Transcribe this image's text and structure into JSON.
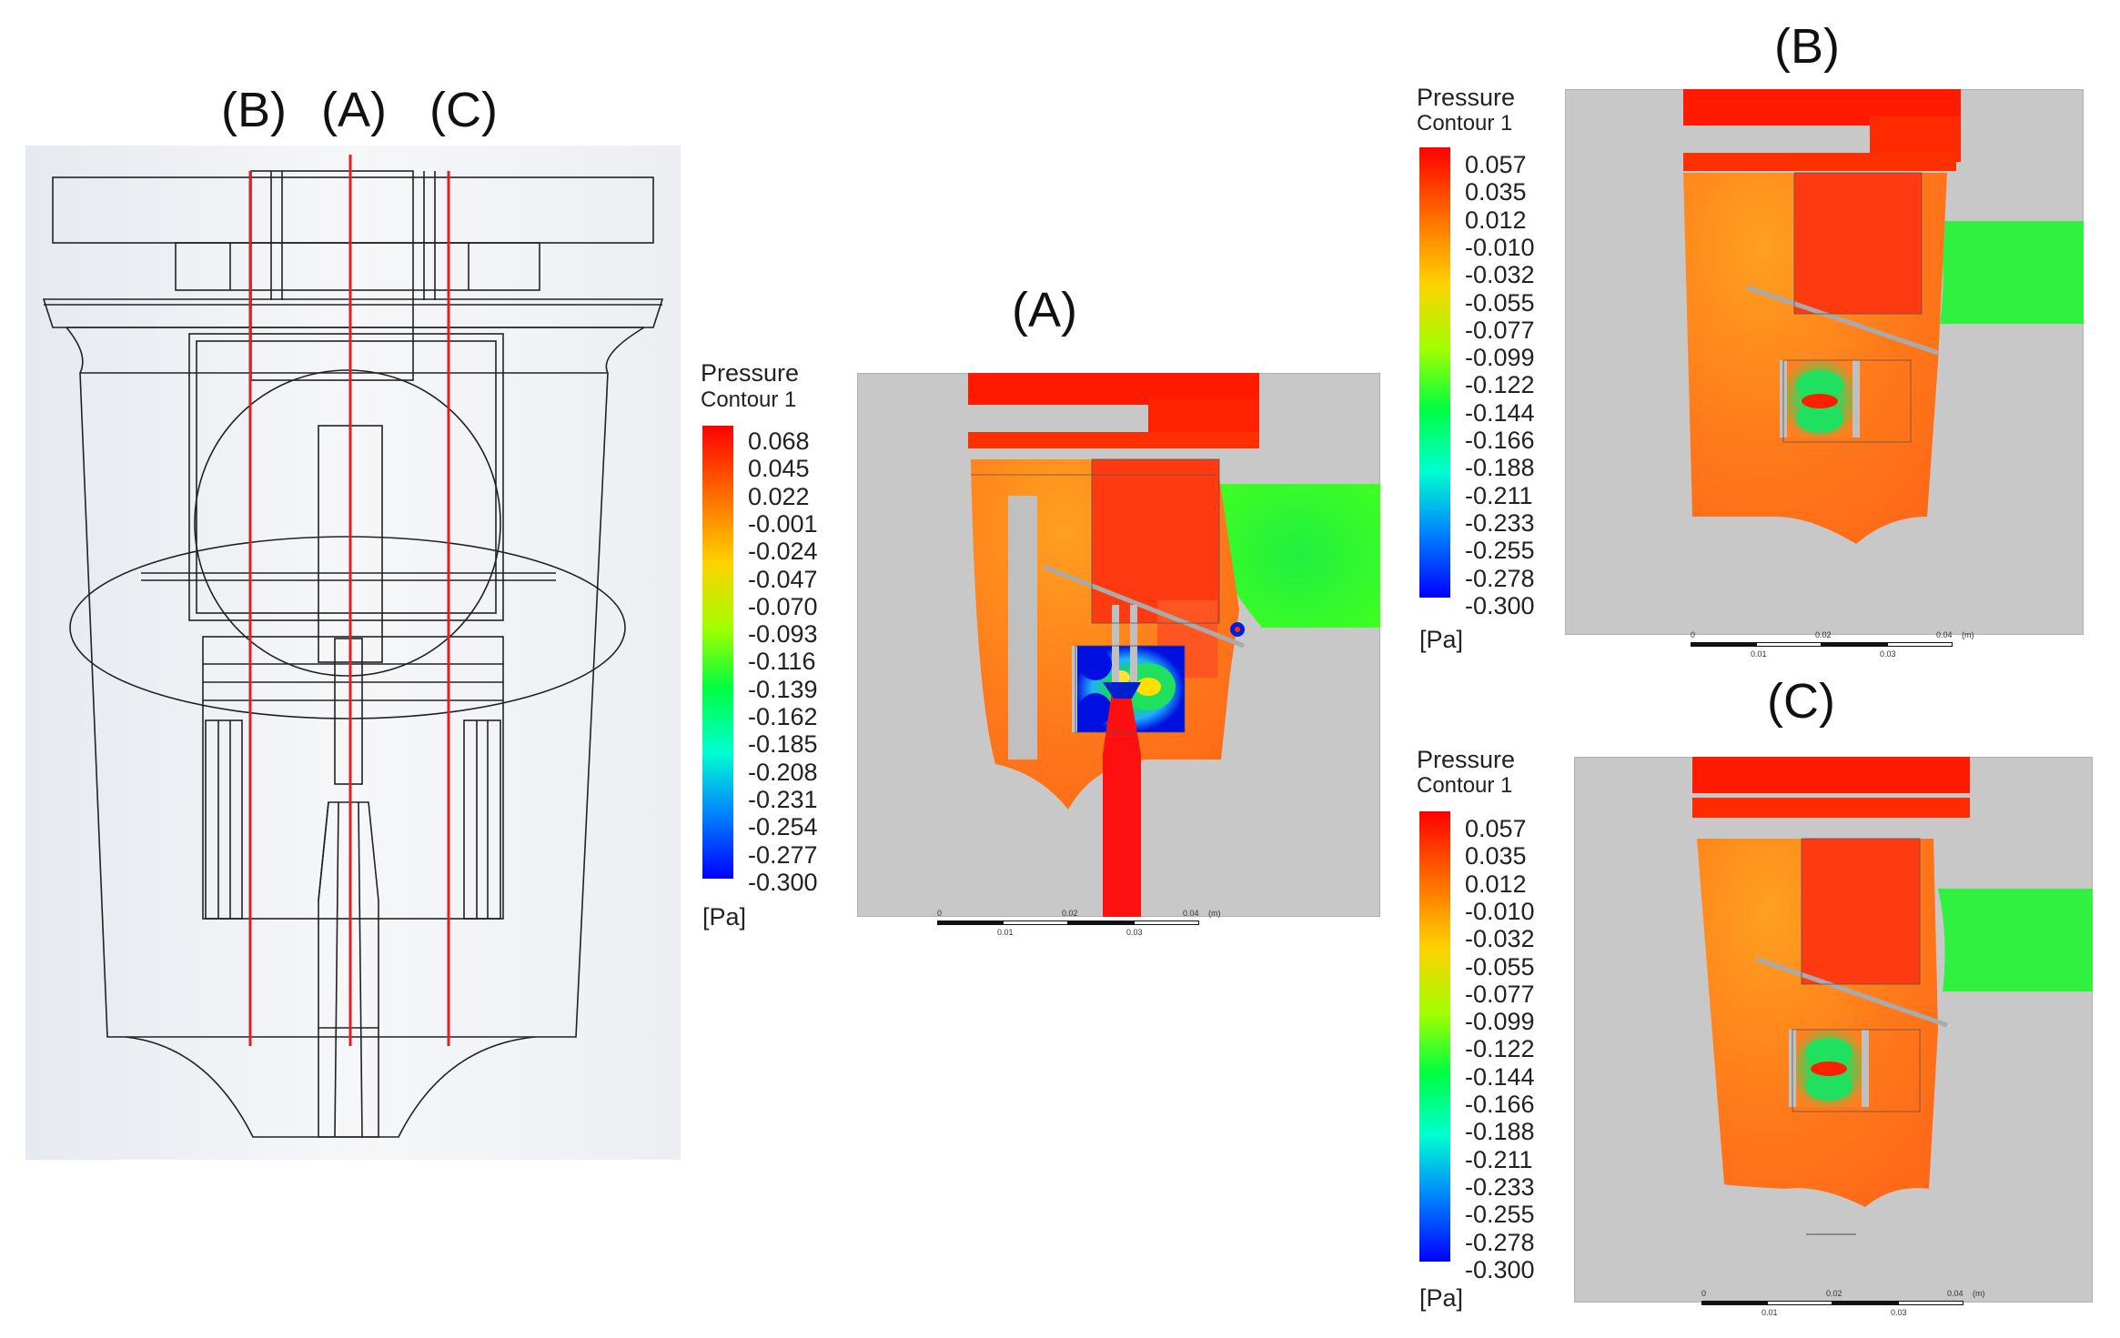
{
  "schematic": {
    "section_labels": [
      "(B)",
      "(A)",
      "(C)"
    ],
    "section_line_color": "#e02020"
  },
  "panel_a": {
    "label": "(A)",
    "legend": {
      "title_line1": "Pressure",
      "title_line2": "Contour 1",
      "ticks": [
        "0.068",
        "0.045",
        "0.022",
        "-0.001",
        "-0.024",
        "-0.047",
        "-0.070",
        "-0.093",
        "-0.116",
        "-0.139",
        "-0.162",
        "-0.185",
        "-0.208",
        "-0.231",
        "-0.254",
        "-0.277",
        "-0.300"
      ],
      "unit": "[Pa]"
    },
    "scale": {
      "labels_top": [
        "0",
        "0.02",
        "0.04"
      ],
      "unit": "(m)",
      "labels_bottom": [
        "0.01",
        "0.03"
      ]
    }
  },
  "panel_b": {
    "label": "(B)",
    "legend": {
      "title_line1": "Pressure",
      "title_line2": "Contour 1",
      "ticks": [
        "0.057",
        "0.035",
        "0.012",
        "-0.010",
        "-0.032",
        "-0.055",
        "-0.077",
        "-0.099",
        "-0.122",
        "-0.144",
        "-0.166",
        "-0.188",
        "-0.211",
        "-0.233",
        "-0.255",
        "-0.278",
        "-0.300"
      ],
      "unit": "[Pa]"
    },
    "scale": {
      "labels_top": [
        "0",
        "0.02",
        "0.04"
      ],
      "unit": "(m)",
      "labels_bottom": [
        "0.01",
        "0.03"
      ]
    }
  },
  "panel_c": {
    "label": "(C)",
    "legend": {
      "title_line1": "Pressure",
      "title_line2": "Contour 1",
      "ticks": [
        "0.057",
        "0.035",
        "0.012",
        "-0.010",
        "-0.032",
        "-0.055",
        "-0.077",
        "-0.099",
        "-0.122",
        "-0.144",
        "-0.166",
        "-0.188",
        "-0.211",
        "-0.233",
        "-0.255",
        "-0.278",
        "-0.300"
      ],
      "unit": "[Pa]"
    },
    "scale": {
      "labels_top": [
        "0",
        "0.02",
        "0.04"
      ],
      "unit": "(m)",
      "labels_bottom": [
        "0.01",
        "0.03"
      ]
    }
  },
  "colors": {
    "colormap": [
      "#ff0000",
      "#ff6a00",
      "#ffd000",
      "#a0ff00",
      "#00ff40",
      "#00ffd0",
      "#0080ff",
      "#0000ff"
    ],
    "background_gray": "#c8c8c8"
  }
}
